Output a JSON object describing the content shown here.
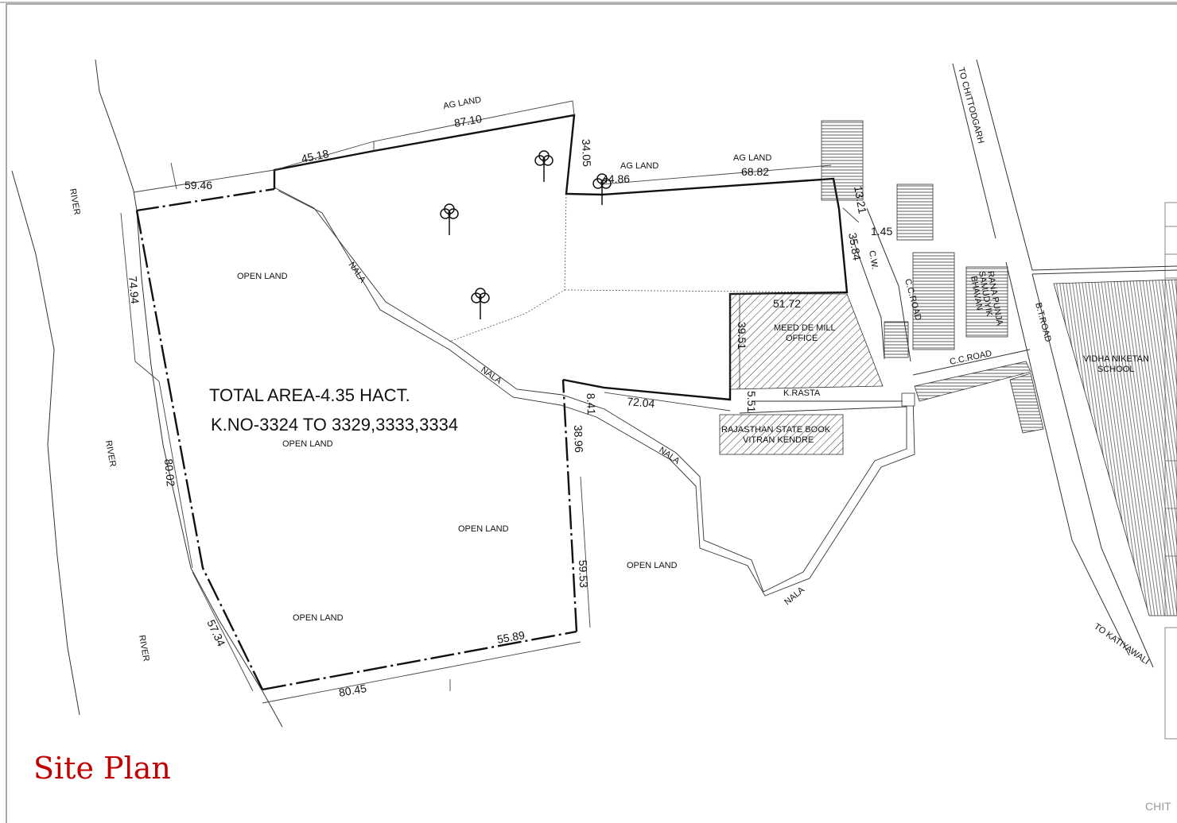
{
  "colors": {
    "title": "#c00000",
    "line": "#111111",
    "hatch": "#333333"
  },
  "title": "Site Plan",
  "total_area": "TOTAL AREA-4.35 HACT.",
  "khasra_numbers": "K.NO-3324 TO 3329,3333,3334",
  "labels": {
    "ag_land": "AG LAND",
    "open_land": "OPEN LAND",
    "nala": "NALA",
    "river": "RIVER",
    "to_chittodgarh": "TO CHITTODGARH",
    "to_katiyawali": "TO KATIYAWALI",
    "cc_road": "C.C.ROAD",
    "bt_road": "B.T.ROAD",
    "cw": "C.W.",
    "k_rasta": "K.RASTA",
    "meed_mill_1": "MEED DE MILL",
    "meed_mill_2": "OFFICE",
    "book_kendre_1": "RAJASTHAN STATE BOOK",
    "book_kendre_2": "VITRAN KENDRE",
    "school_1": "VIDHA NIKETAN",
    "school_2": "SCHOOL",
    "bhavan_1": "RANA PUNJA",
    "bhavan_2": "SAMUDYIK",
    "bhavan_3": "BHAVAN",
    "corner_text": "CHIT"
  },
  "dimensions": {
    "d87_10": "87.10",
    "d45_18": "45.18",
    "d59_46": "59.46",
    "d34_05": "34.05",
    "d44_86": "44.86",
    "d68_82": "68.82",
    "d13_21": "13.21",
    "d1_45": "1.45",
    "d35_84": "35.84",
    "d51_72": "51.72",
    "d39_51": "39.51",
    "d5_51": "5.51",
    "d72_04": "72.04",
    "d8_41": "8.41",
    "d38_96": "38.96",
    "d59_53": "59.53",
    "d55_89": "55.89",
    "d80_45": "80.45",
    "d57_34": "57.34",
    "d80_02": "80.02",
    "d74_94": "74.94"
  }
}
